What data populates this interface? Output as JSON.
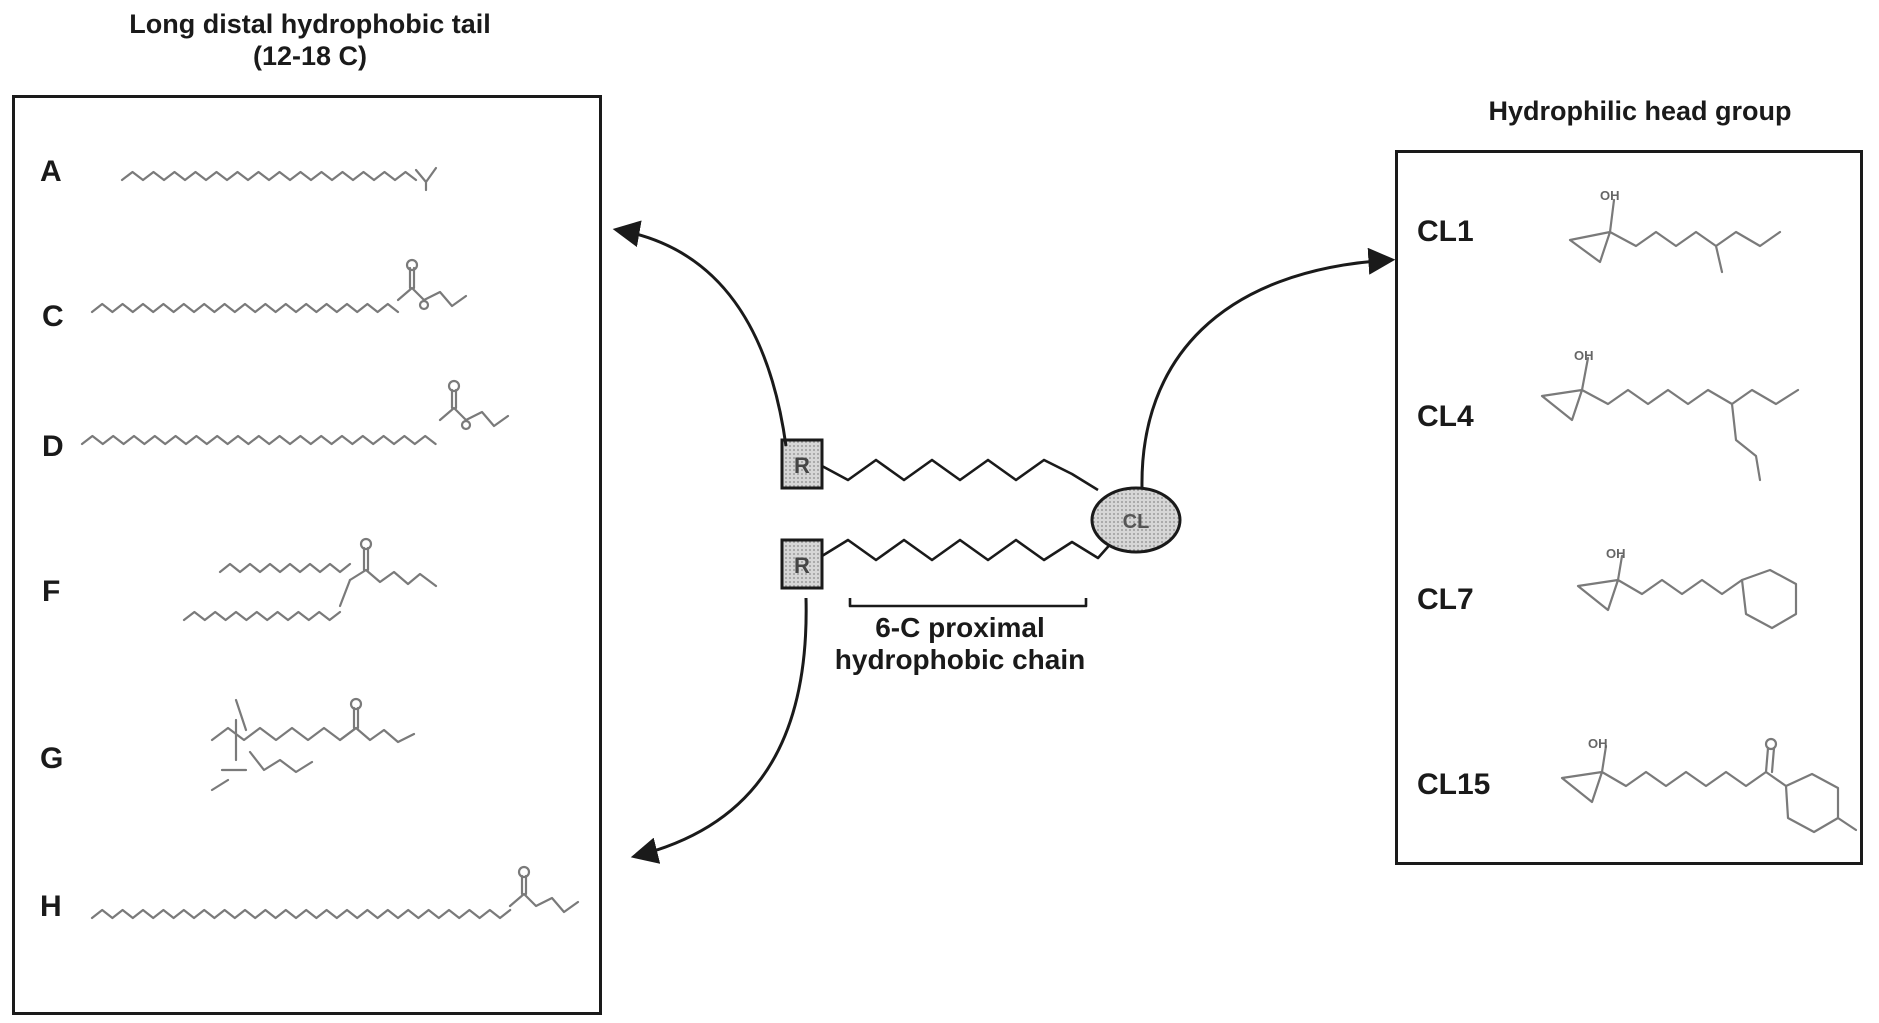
{
  "left_panel": {
    "title_line1": "Long distal hydrophobic tail",
    "title_line2": "(12-18 C)",
    "items": [
      {
        "label": "A"
      },
      {
        "label": "C"
      },
      {
        "label": "D"
      },
      {
        "label": "F"
      },
      {
        "label": "G"
      },
      {
        "label": "H"
      }
    ]
  },
  "right_panel": {
    "title": "Hydrophilic head group",
    "items": [
      {
        "label": "CL1",
        "oh": "OH"
      },
      {
        "label": "CL4",
        "oh": "OH"
      },
      {
        "label": "CL7",
        "oh": "OH"
      },
      {
        "label": "CL15",
        "oh": "OH"
      }
    ]
  },
  "center": {
    "r_label": "R",
    "cl_label": "CL",
    "chain_label_line1": "6-C proximal",
    "chain_label_line2": "hydrophobic chain"
  }
}
